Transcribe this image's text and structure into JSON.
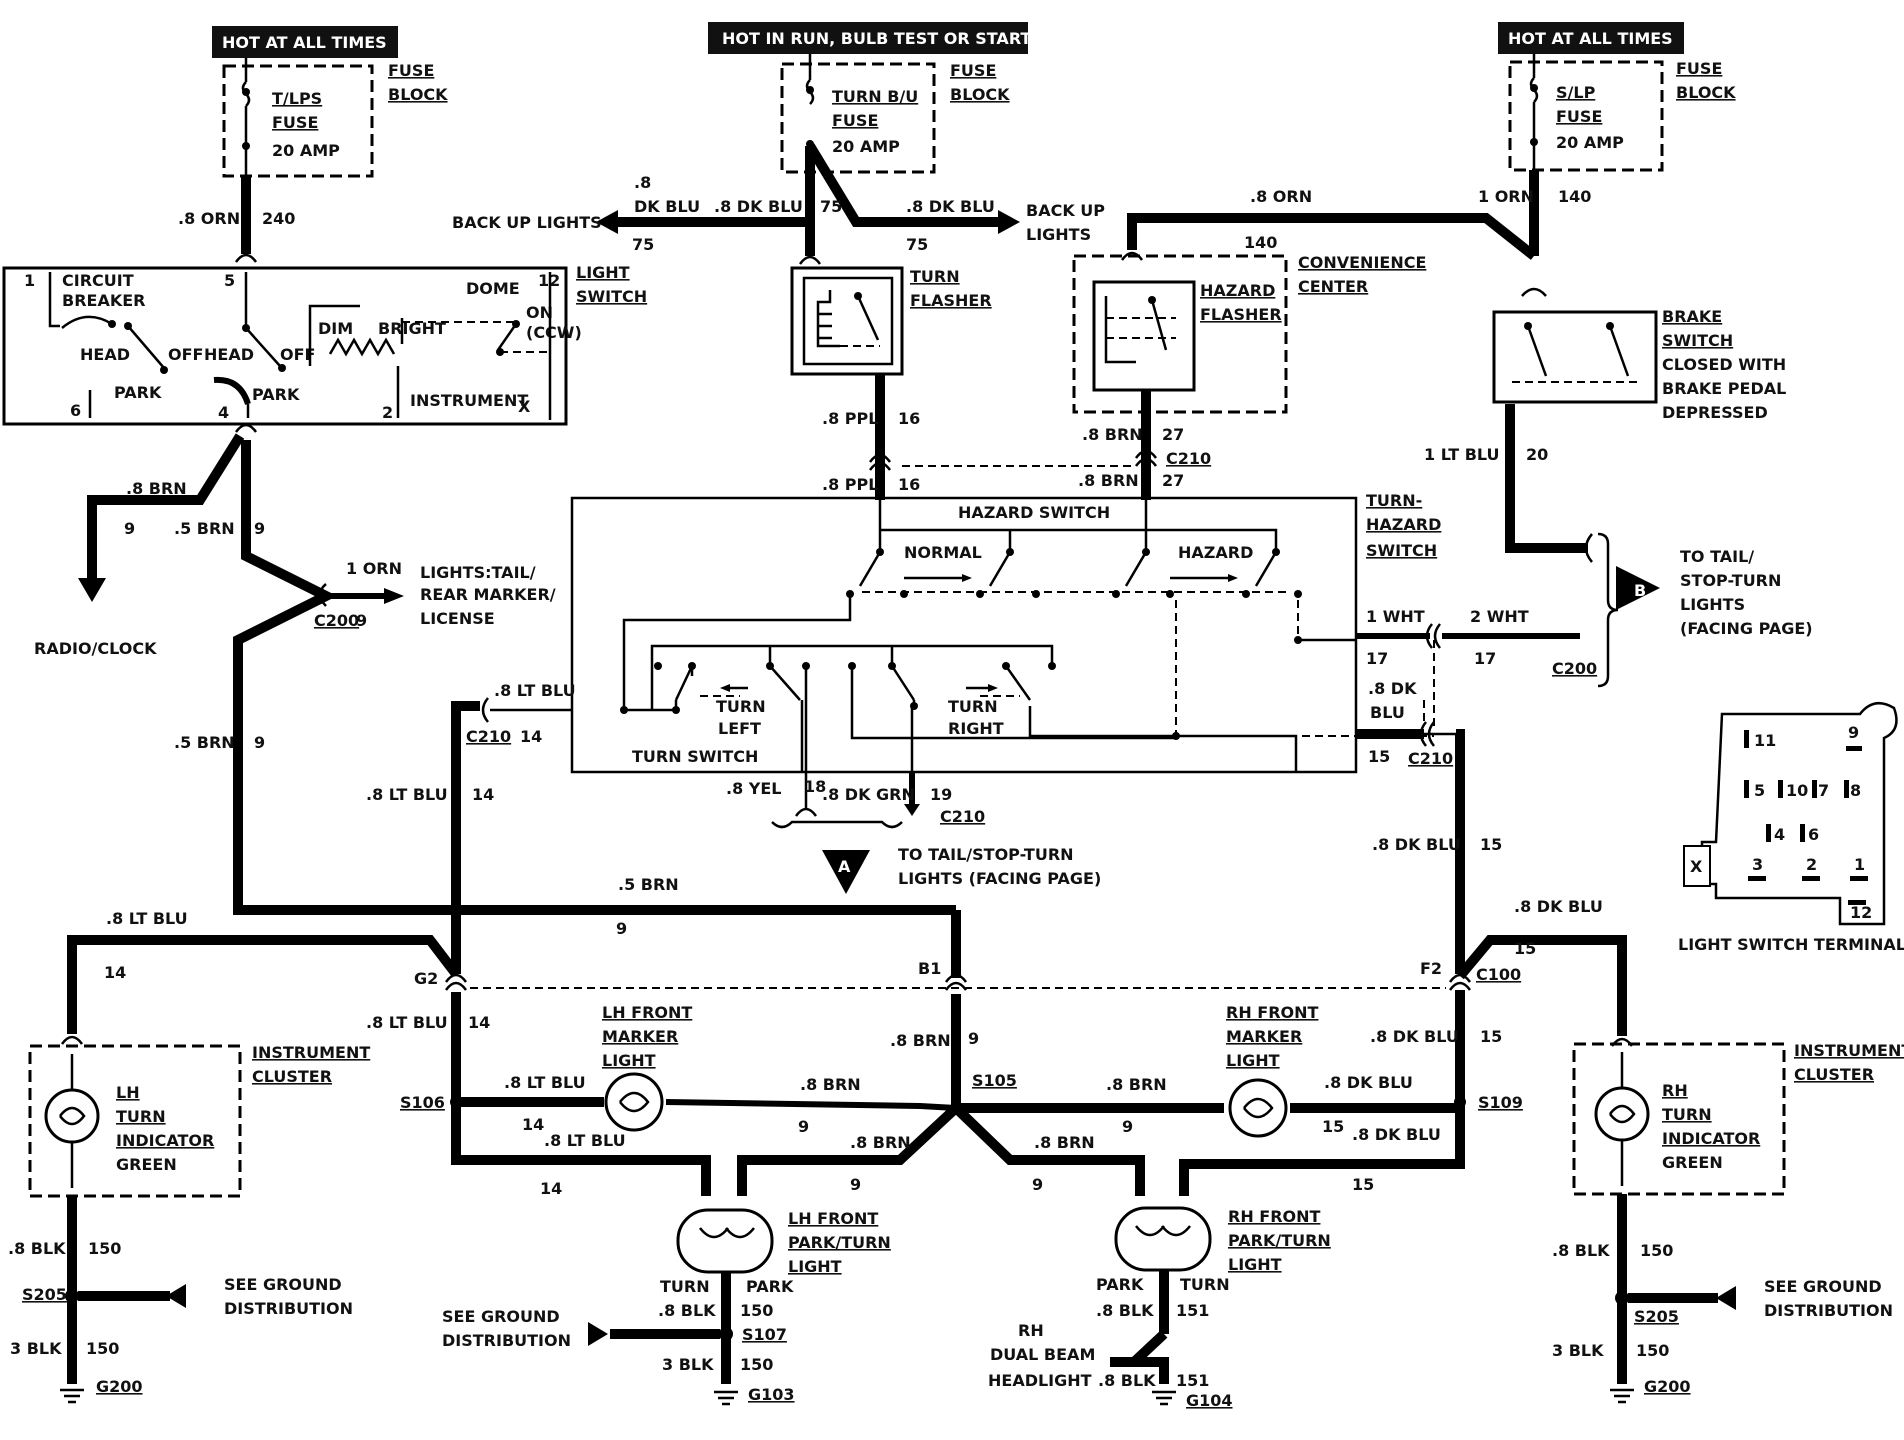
{
  "headers": {
    "left": "HOT AT ALL TIMES",
    "center": "HOT IN RUN, BULB TEST OR START",
    "right": "HOT AT ALL TIMES"
  },
  "fuse_block": {
    "left": {
      "fuse_name": "T/LPS",
      "fuse_word": "FUSE",
      "amp": "20 AMP",
      "block_label_1": "FUSE",
      "block_label_2": "BLOCK"
    },
    "center": {
      "fuse_name": "TURN B/U",
      "fuse_word": "FUSE",
      "amp": "20 AMP",
      "block_label_1": "FUSE",
      "block_label_2": "BLOCK"
    },
    "right": {
      "fuse_name": "S/LP",
      "fuse_word": "FUSE",
      "amp": "20 AMP",
      "block_label_1": "FUSE",
      "block_label_2": "BLOCK"
    }
  },
  "wires": {
    "w240": {
      "color": ".8 ORN",
      "circuit": "240"
    },
    "backup_left": {
      "label": "BACK UP LIGHTS",
      "color": ".8 DK BLU",
      "color_a": ".8",
      "color_b": "DK BLU",
      "circuit": "75"
    },
    "backup_center": {
      "color": ".8 DK BLU",
      "circuit": "75"
    },
    "backup_right": {
      "label_1": "BACK UP",
      "label_2": "LIGHTS",
      "color": ".8 DK BLU",
      "circuit": "75"
    },
    "w16_top": {
      "color": ".8 PPL",
      "circuit": "16"
    },
    "w16_bottom": {
      "color": ".8 PPL",
      "circuit": "16"
    },
    "w140_top": {
      "color": ".8 ORN",
      "circuit": "140"
    },
    "w140_right": {
      "color": "1 ORN",
      "circuit": "140"
    },
    "w27_top": {
      "color": ".8 BRN",
      "circuit": "27"
    },
    "w27_bottom": {
      "color": ".8 BRN",
      "circuit": "27",
      "connector": "C210"
    },
    "w20": {
      "color": "1 LT BLU",
      "circuit": "20"
    },
    "w9_radio": {
      "color": ".8 BRN",
      "circuit": "9",
      "dest": "RADIO/CLOCK"
    },
    "w9_main": {
      "color": ".5 BRN",
      "circuit": "9"
    },
    "w9_lower": {
      "color": ".5 BRN",
      "circuit": "9"
    },
    "w9_tail": {
      "color": "1 ORN",
      "connector": "C200",
      "circuit": "9",
      "dest_1": "LIGHTS:TAIL/",
      "dest_2": "REAR MARKER/",
      "dest_3": "LICENSE"
    },
    "w14_top": {
      "color": ".8 LT BLU",
      "connector": "C210",
      "circuit": "14"
    },
    "w14_mid": {
      "color": ".8 LT BLU",
      "circuit": "14"
    },
    "w14_left": {
      "color": ".8 LT BLU",
      "circuit": "14"
    },
    "w17_left": {
      "color": "1 WHT",
      "circuit": "17"
    },
    "w17_right": {
      "color": "2 WHT",
      "circuit": "17",
      "connector": "C200"
    },
    "w15_top": {
      "color_a": ".8 DK",
      "color_b": "BLU",
      "circuit": "15",
      "connector": "C210"
    },
    "w15_mid": {
      "color": ".8 DK BLU",
      "circuit": "15"
    },
    "w15_right": {
      "color": ".8 DK BLU",
      "circuit": "15"
    },
    "w_bottom_switch": {
      "c1": ".8 YEL",
      "n1": "18",
      "c2": ".8 DK GRN",
      "n2": "19",
      "connector": "C210"
    },
    "w9_horiz": {
      "color": ".5 BRN",
      "circuit": "9"
    },
    "w14_lower": {
      "color": ".8 LT BLU",
      "circuit": "14"
    },
    "w9_center": {
      "color": ".8 BRN",
      "circuit": "9"
    },
    "w15_lower": {
      "color": ".8 DK BLU",
      "circuit": "15"
    }
  },
  "light_switch": {
    "title_1": "LIGHT",
    "title_2": "SWITCH",
    "circuit_breaker_1": "CIRCUIT",
    "circuit_breaker_2": "BREAKER",
    "head_left": "HEAD",
    "park_left": "PARK",
    "off_left": "OFF",
    "head_right": "HEAD",
    "off_right": "OFF",
    "park_right": "PARK",
    "dim": "DIM",
    "bright": "BRIGHT",
    "dome": "DOME",
    "on": "ON",
    "ccw": "(CCW)",
    "instrument": "INSTRUMENT",
    "x": "X",
    "t1": "1",
    "t5": "5",
    "t12": "12",
    "t6": "6",
    "t4": "4",
    "t2": "2"
  },
  "turn_flasher": {
    "label_1": "TURN",
    "label_2": "FLASHER"
  },
  "hazard": {
    "label_1": "HAZARD",
    "label_2": "FLASHER",
    "center_1": "CONVENIENCE",
    "center_2": "CENTER"
  },
  "brake_switch": {
    "l1": "BRAKE",
    "l2": "SWITCH",
    "l3": "CLOSED WITH",
    "l4": "BRAKE PEDAL",
    "l5": "DEPRESSED"
  },
  "turn_hazard": {
    "title_1": "TURN-",
    "title_2": "HAZARD",
    "title_3": "SWITCH",
    "hazard_switch": "HAZARD SWITCH",
    "normal": "NORMAL",
    "hazard": "HAZARD",
    "turn_left_1": "TURN",
    "turn_left_2": "LEFT",
    "turn_right_1": "TURN",
    "turn_right_2": "RIGHT",
    "turn_switch": "TURN SWITCH"
  },
  "refs": {
    "a_label": "A",
    "a_text_1": "TO TAIL/STOP-TURN",
    "a_text_2": "LIGHTS (FACING PAGE)",
    "b_label": "B",
    "b_text_1": "TO TAIL/",
    "b_text_2": "STOP-TURN",
    "b_text_3": "LIGHTS",
    "b_text_4": "(FACING PAGE)"
  },
  "splices": {
    "g2": "G2",
    "b1": "B1",
    "f2": "F2",
    "c100": "C100",
    "s106": "S106",
    "s105": "S105",
    "s109": "S109",
    "s205_l": "S205",
    "s205_r": "S205",
    "s107": "S107",
    "g200_l": "G200",
    "g200_r": "G200",
    "g103": "G103",
    "g104": "G104"
  },
  "lamps": {
    "lh_marker": {
      "l1": "LH FRONT",
      "l2": "MARKER",
      "l3": "LIGHT"
    },
    "rh_marker": {
      "l1": "RH FRONT",
      "l2": "MARKER",
      "l3": "LIGHT"
    },
    "lh_park": {
      "l1": "LH FRONT",
      "l2": "PARK/TURN",
      "l3": "LIGHT",
      "turn": "TURN",
      "park": "PARK"
    },
    "rh_park": {
      "l1": "RH FRONT",
      "l2": "PARK/TURN",
      "l3": "LIGHT",
      "park": "PARK",
      "turn": "TURN"
    },
    "lh_ind": {
      "l1": "LH",
      "l2": "TURN",
      "l3": "INDICATOR",
      "l4": "GREEN",
      "cluster_1": "INSTRUMENT",
      "cluster_2": "CLUSTER"
    },
    "rh_ind": {
      "l1": "RH",
      "l2": "TURN",
      "l3": "INDICATOR",
      "l4": "GREEN",
      "cluster_1": "INSTRUMENT",
      "cluster_2": "CLUSTER"
    },
    "headlight": {
      "l1": "RH",
      "l2": "DUAL BEAM",
      "l3": "HEADLIGHT"
    }
  },
  "grounds": {
    "left": {
      "c_top": ".8 BLK",
      "n_top": "150",
      "c_bot": "3 BLK",
      "n_bot": "150",
      "see_1": "SEE GROUND",
      "see_2": "DISTRIBUTION"
    },
    "center_left": {
      "c_top": ".8 BLK",
      "n_top": "150",
      "c_bot": "3 BLK",
      "n_bot": "150",
      "see_1": "SEE GROUND",
      "see_2": "DISTRIBUTION"
    },
    "center_right": {
      "c_top": ".8 BLK",
      "n_top": "151",
      "c_bot": ".8 BLK",
      "n_bot": "151"
    },
    "right": {
      "c_top": ".8 BLK",
      "n_top": "150",
      "c_bot": "3 BLK",
      "n_bot": "150",
      "see_1": "SEE GROUND",
      "see_2": "DISTRIBUTION"
    }
  },
  "terminal_view": {
    "title": "LIGHT SWITCH TERMINAL VIEW",
    "t11": "11",
    "t9": "9",
    "t5": "5",
    "t10": "10",
    "t7": "7",
    "t8": "8",
    "t4": "4",
    "t6": "6",
    "t3": "3",
    "t2": "2",
    "t1": "1",
    "t12": "12",
    "tx": "X"
  }
}
